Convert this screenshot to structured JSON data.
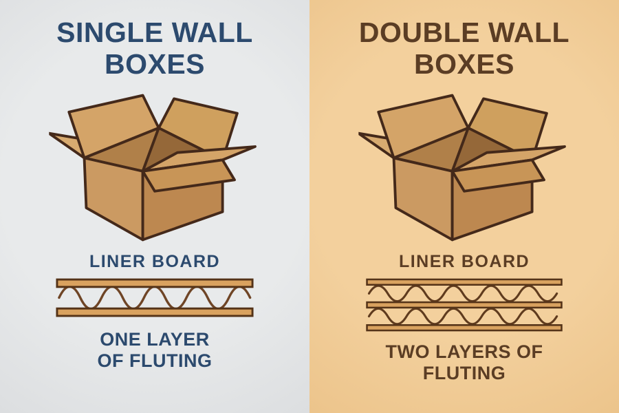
{
  "left_panel": {
    "title_line1": "SINGLE WALL",
    "title_line2": "BOXES",
    "liner_label": "LINER BOARD",
    "caption_line1": "ONE LAYER",
    "caption_line2": "OF FLUTING",
    "board_type": "single-wall",
    "fluting_layers": 1,
    "illustration": "open-cardboard-box",
    "colors": {
      "background": "#e8eaeb",
      "text": "#2c4a6e"
    }
  },
  "right_panel": {
    "title_line1": "DOUBLE WALL",
    "title_line2": "BOXES",
    "liner_label": "LINER BOARD",
    "caption_line1": "TWO LAYERS OF",
    "caption_line2": "FLUTING",
    "board_type": "double-wall",
    "fluting_layers": 2,
    "illustration": "open-cardboard-box",
    "colors": {
      "background": "#f3d09d",
      "text": "#5b3d24"
    }
  },
  "artwork_colors": {
    "box_outline": "#44291a",
    "box_face_light": "#cb9a62",
    "box_face_dark": "#bd8850",
    "box_flap": "#d4a468",
    "box_interior_light": "#b08049",
    "box_interior_dark": "#956839",
    "liner_board_fill": "#d9a25f",
    "liner_board_outline": "#543318",
    "fluting_wave": "#6f4526"
  }
}
